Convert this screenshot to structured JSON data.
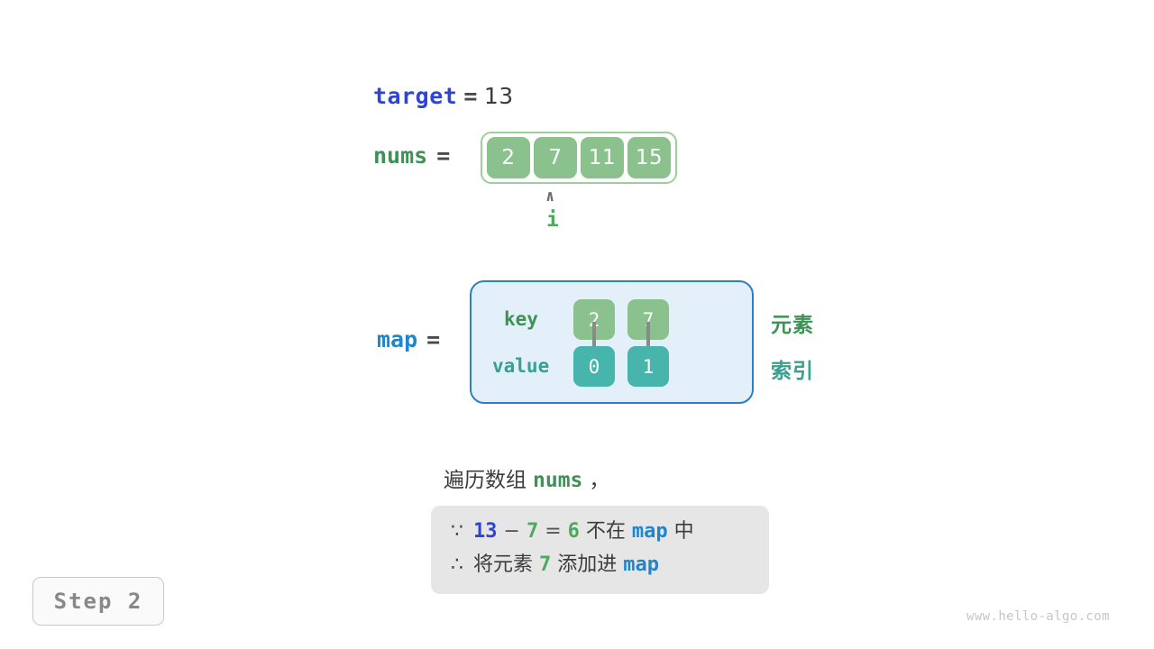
{
  "watermark": "www.hello-algo.com",
  "step_badge": "Step 2",
  "target": {
    "name": "target",
    "equals": "=",
    "value": "13"
  },
  "nums": {
    "name": "nums",
    "equals": "=",
    "cells": [
      "2",
      "7",
      "11",
      "15"
    ],
    "pointer": {
      "caret": "∧",
      "label": "i",
      "index": 1
    }
  },
  "map": {
    "name": "map",
    "equals": "=",
    "row_labels": {
      "key": "key",
      "value": "value"
    },
    "entries": [
      {
        "key": "2",
        "value": "0"
      },
      {
        "key": "7",
        "value": "1"
      }
    ],
    "legends": {
      "element": "元素",
      "index": "索引"
    }
  },
  "description": {
    "prefix": "遍历数组",
    "code": "nums",
    "suffix": "，"
  },
  "conclusion": {
    "line1": {
      "symbol": "∵",
      "a": "13",
      "minus": "−",
      "b": "7",
      "eq": "=",
      "result": "6",
      "mid": "不在",
      "map": "map",
      "end": "中"
    },
    "line2": {
      "symbol": "∴",
      "text1": "将元素",
      "num": "7",
      "text2": "添加进",
      "map": "map"
    }
  },
  "colors": {
    "target_blue": "#2d44d6",
    "map_blue": "#1f86ce",
    "nums_green": "#3f9255",
    "cell_green": "#8bc18d",
    "cell_teal": "#47b5ab",
    "map_bg": "#e3f0fa",
    "map_border": "#2b7fc4",
    "conclusion_bg": "#e6e6e6",
    "legend_element": "#3f9255",
    "legend_index": "#36a093"
  }
}
